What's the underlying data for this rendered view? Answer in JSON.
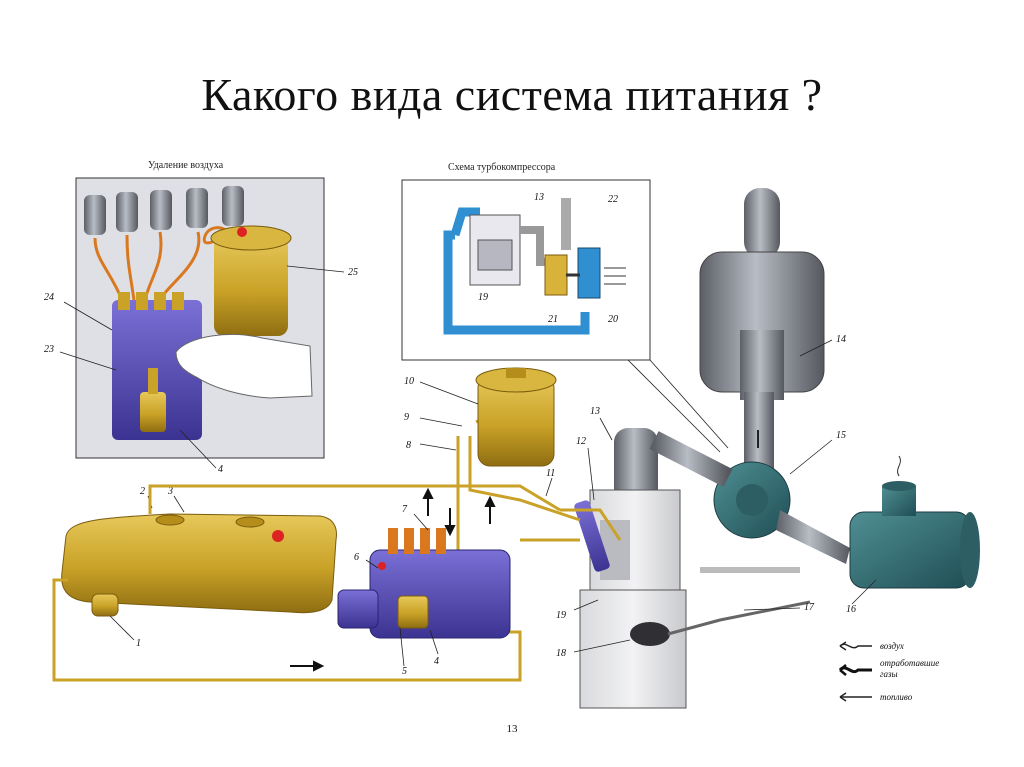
{
  "slide": {
    "title": "Какого вида система питания ?",
    "page_number": "13"
  },
  "diagram": {
    "inset_left_caption": "Удаление воздуха",
    "inset_right_caption": "Схема турбокомпрессора",
    "part_numbers": [
      "1",
      "2",
      "3",
      "4",
      "5",
      "6",
      "7",
      "8",
      "9",
      "10",
      "11",
      "12",
      "13",
      "14",
      "15",
      "16",
      "17",
      "18",
      "19",
      "23",
      "24",
      "25"
    ],
    "turbo_inset_numbers": [
      "13",
      "19",
      "20",
      "21",
      "22"
    ],
    "inset_left_numbers": [
      "4",
      "23",
      "24",
      "25"
    ],
    "legend": {
      "air": "воздух",
      "exhaust_line1": "отработавшие",
      "exhaust_line2": "газы",
      "fuel": "топливо"
    },
    "colors": {
      "fuel_component": "#c9a227",
      "pump": "#5a4fb5",
      "turbo_pipe": "#2f8fd0",
      "metal": "#8a8d94"
    }
  }
}
